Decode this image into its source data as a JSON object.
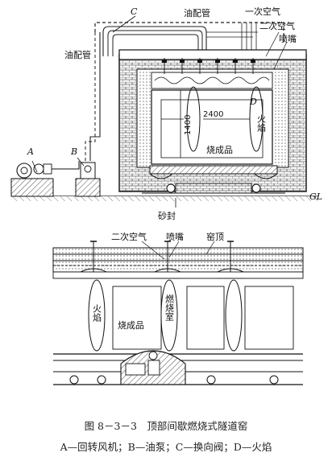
{
  "diagram": {
    "top_labels": {
      "oil_pipe_top": "油配管",
      "oil_pipe_left": "油配管",
      "primary_air": "一次空气",
      "secondary_air": "二次空气",
      "nozzle": "喷嘴",
      "letter_a": "A",
      "letter_b": "B",
      "letter_c": "C",
      "letter_d": "D",
      "flame": "火焰",
      "width_dim": "2400",
      "height_dim": "1400",
      "fired_product": "烧成品",
      "sand_seal": "砂封",
      "ground_level": "GL"
    },
    "bottom_labels": {
      "secondary_air": "二次空气",
      "nozzle": "喷嘴",
      "kiln_top": "窑顶",
      "flame": "火焰",
      "combustion_chamber": "燃烧室",
      "fired_product": "烧成品"
    }
  },
  "caption": {
    "title": "图 8－3－3　顶部间歇燃烧式隧道窑",
    "legend": "A—回转风机；B—油泵；C—换向阀；D—火焰"
  }
}
